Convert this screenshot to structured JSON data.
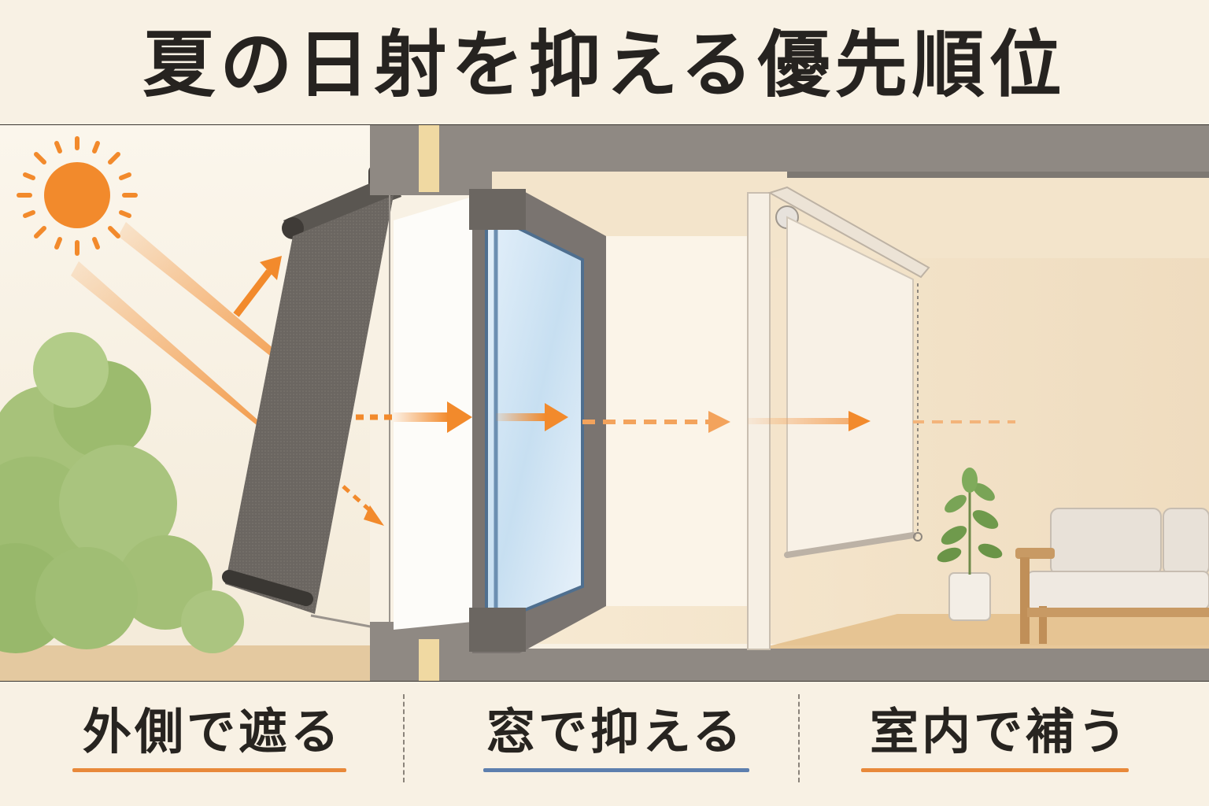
{
  "title": "夏の日射を抑える優先順位",
  "sections": [
    {
      "label": "外側で遮る",
      "accent": "#e8893a"
    },
    {
      "label": "窓で抑える",
      "accent": "#5d7fae"
    },
    {
      "label": "室内で補う",
      "accent": "#e8893a"
    }
  ],
  "colors": {
    "background": "#f8f1e4",
    "sun": "#f28a2c",
    "wall": "#8f8983",
    "glass": "#cfe3f2"
  }
}
